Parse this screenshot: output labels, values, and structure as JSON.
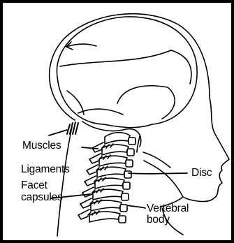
{
  "labels": {
    "muscles": "Muscles",
    "ligaments": "Ligaments",
    "disc": "Disc",
    "facet_line1": "Facet",
    "facet_line2": "capsules",
    "vertebral_line1": "Vertebral",
    "vertebral_line2": "body"
  },
  "colors": {
    "ink": "#000000",
    "paper": "#ffffff"
  }
}
